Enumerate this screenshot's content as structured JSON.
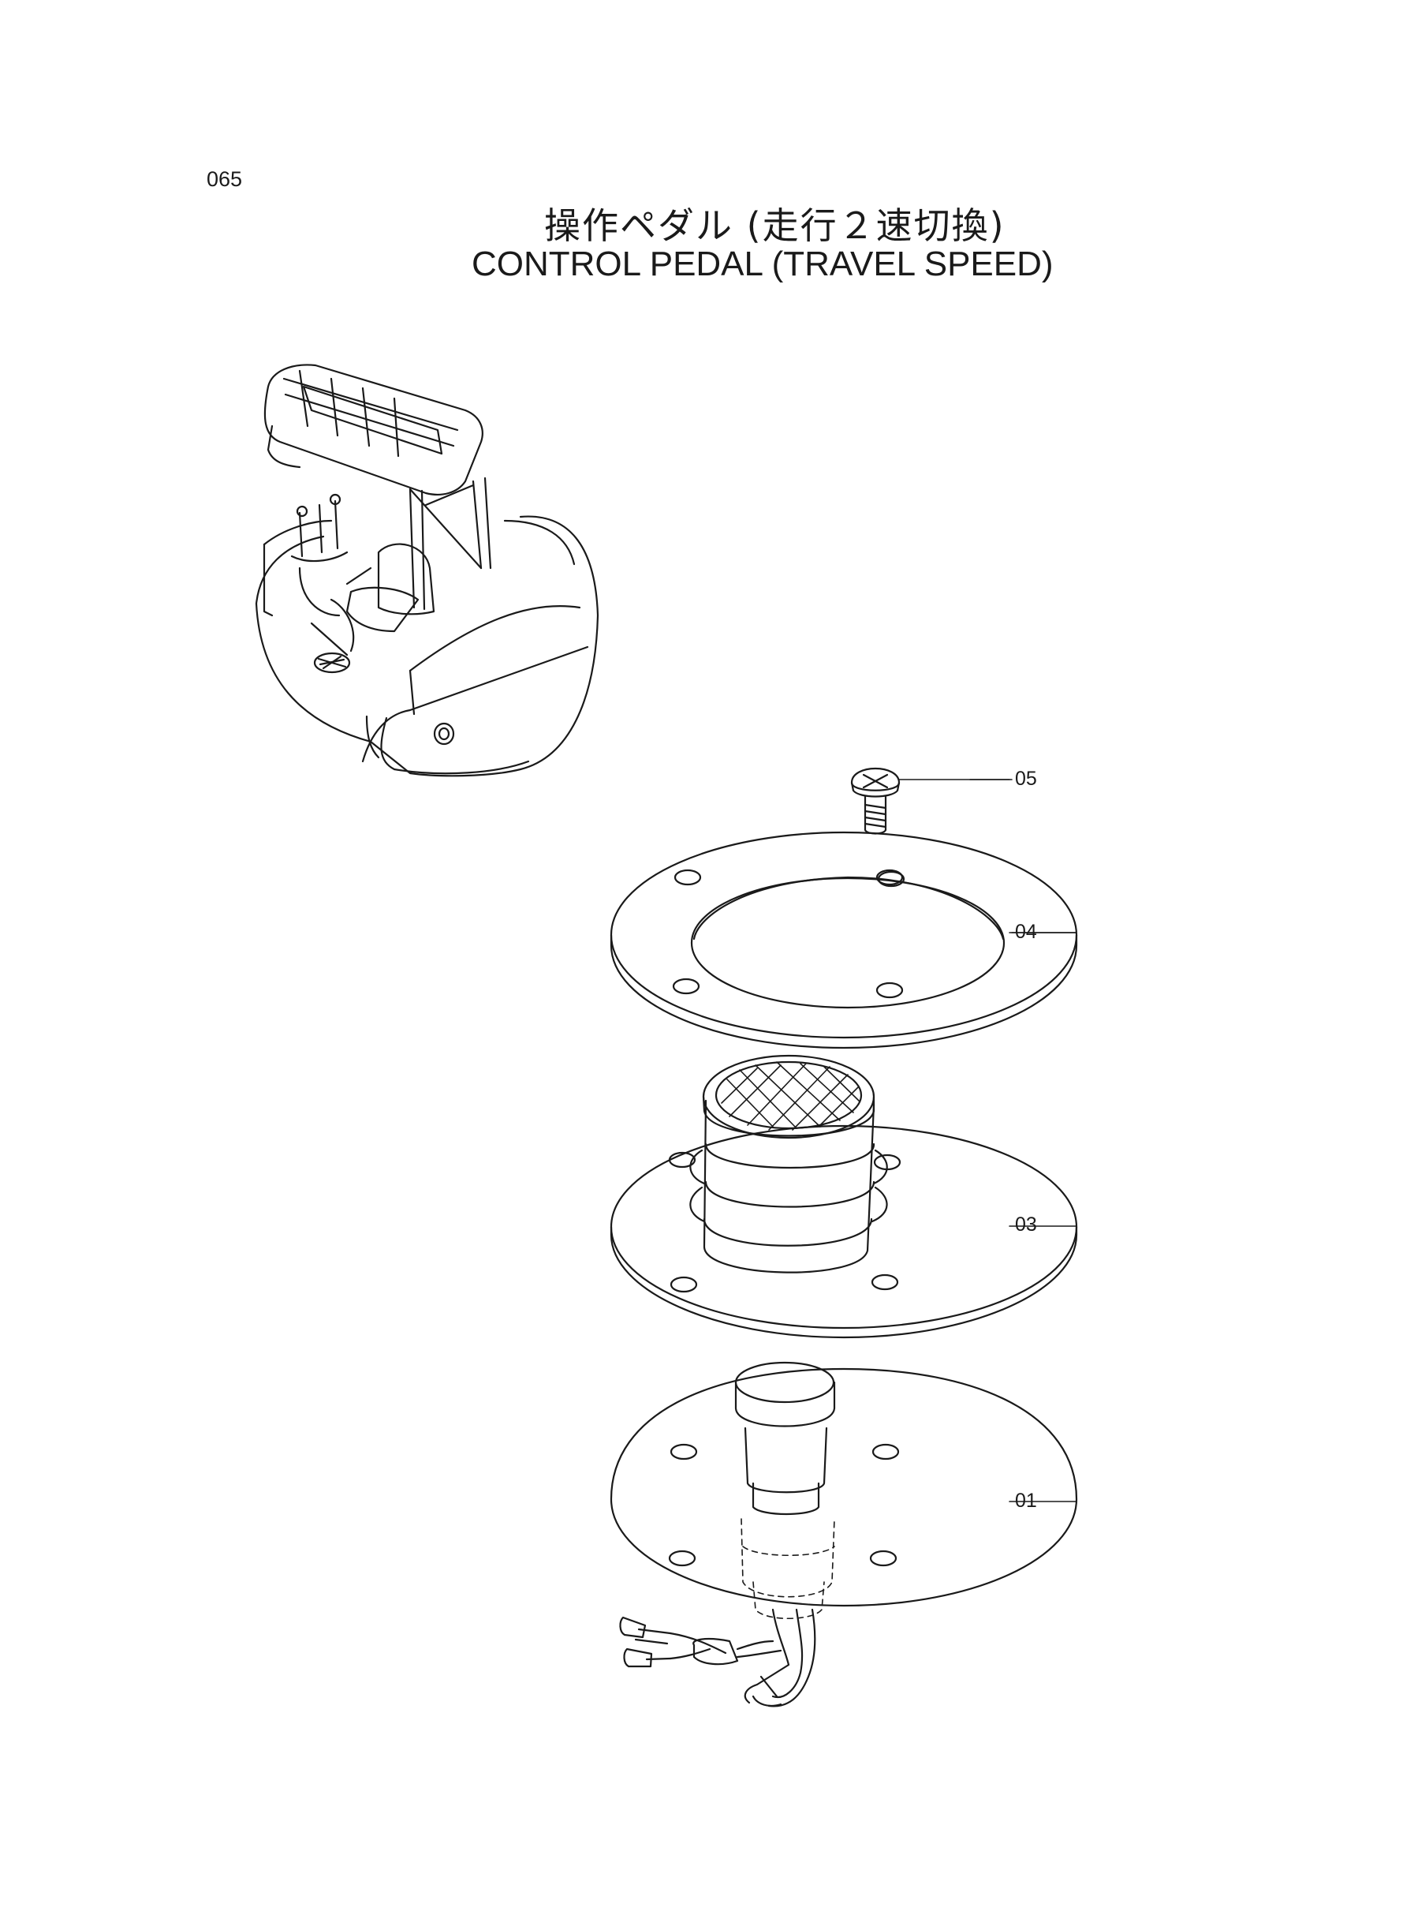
{
  "page": {
    "number": "065",
    "title_jp": "操作ペダル (走行２速切換)",
    "title_en": "CONTROL  PEDAL  (TRAVEL  SPEED)"
  },
  "callouts": {
    "c05": "05",
    "c04": "04",
    "c03": "03",
    "c01": "01"
  }
}
